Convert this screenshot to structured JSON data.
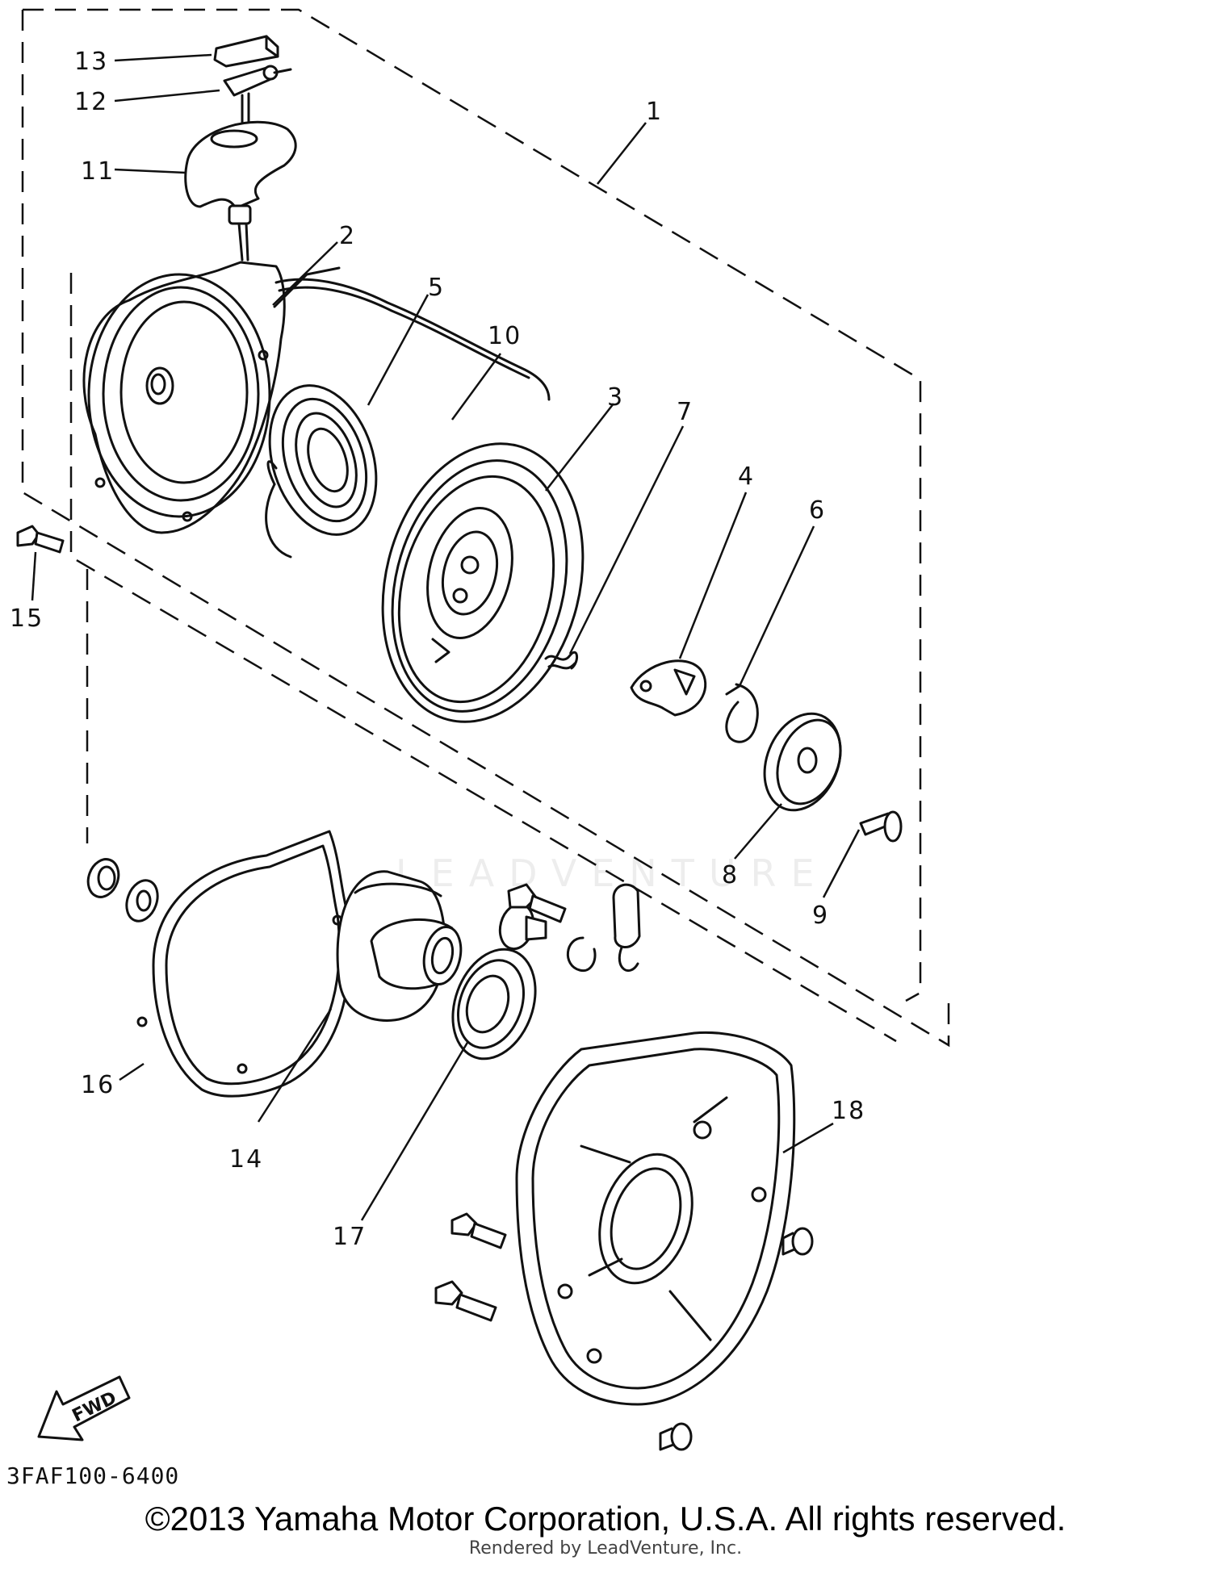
{
  "diagram": {
    "part_labels": {
      "p1": "1",
      "p2": "2",
      "p3": "3",
      "p4": "4",
      "p5": "5",
      "p6": "6",
      "p7": "7",
      "p8": "8",
      "p9": "9",
      "p10": "10",
      "p11": "11",
      "p12": "12",
      "p13": "13",
      "p14": "14",
      "p15": "15",
      "p16": "16",
      "p17": "17",
      "p18": "18"
    },
    "fwd_arrow": "FWD",
    "diagram_code": "3FAF100-6400"
  },
  "watermark": "LEADVENTURE",
  "footer": {
    "copyright": "©2013 Yamaha Motor Corporation, U.S.A. All rights reserved.",
    "rendered_by": "Rendered by LeadVenture, Inc."
  }
}
